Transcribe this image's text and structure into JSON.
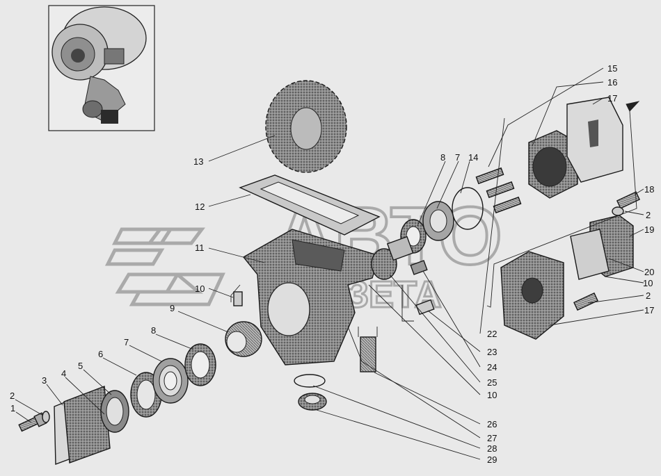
{
  "watermark": {
    "line1": "АВТО",
    "line2": "ГАЗЕТА",
    "brand_mark": "АВТО"
  },
  "callouts": {
    "c1": "1",
    "c2a": "2",
    "c3": "3",
    "c4": "4",
    "c5": "5",
    "c6": "6",
    "c7a": "7",
    "c8a": "8",
    "c9": "9",
    "c10a": "10",
    "c11": "11",
    "c12": "12",
    "c13": "13",
    "c8b": "8",
    "c7b": "7",
    "c14": "14",
    "c15": "15",
    "c16": "16",
    "c17a": "17",
    "c18": "18",
    "c2b": "2",
    "c19": "19",
    "c20": "20",
    "c10b": "10",
    "c2c": "2",
    "c17b": "17",
    "c22": "22",
    "c23": "23",
    "c24": "24",
    "c25": "25",
    "c10c": "10",
    "c26": "26",
    "c27": "27",
    "c28": "28",
    "c29": "29"
  },
  "colors": {
    "background": "#e9e9e9",
    "line": "#1a1a1a",
    "part_fill": "#9a9a9a",
    "dark_fill": "#3a3a3a"
  }
}
